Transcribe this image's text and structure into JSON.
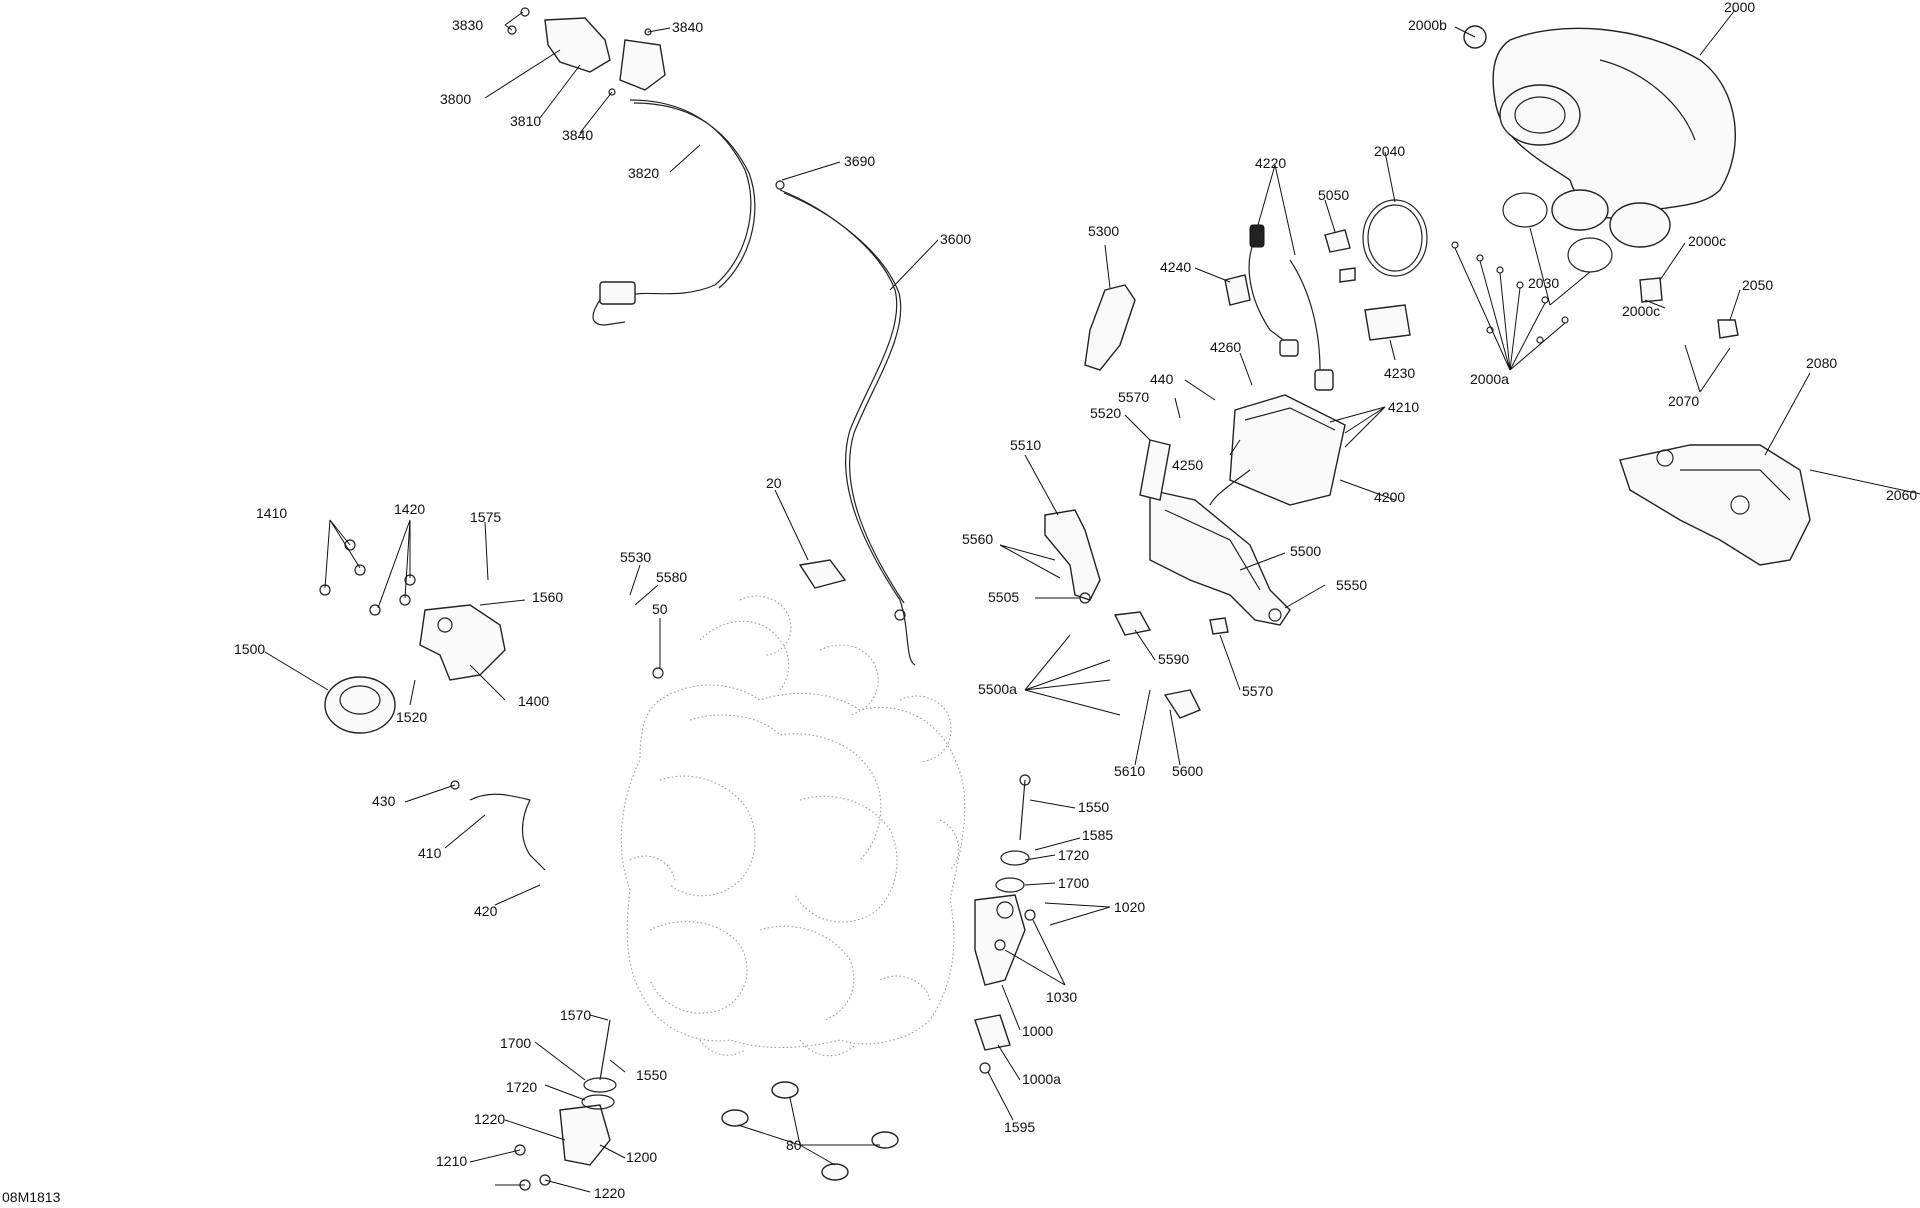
{
  "diagram": {
    "code": "08M1813",
    "labels": [
      "3830",
      "3840",
      "3800",
      "3810",
      "3840",
      "3820",
      "3690",
      "3600",
      "2000b",
      "2000",
      "2040",
      "4220",
      "5050",
      "5300",
      "4240",
      "2000c",
      "2030",
      "2050",
      "2000c",
      "4230",
      "2000a",
      "2080",
      "2070",
      "440",
      "4260",
      "5570",
      "5520",
      "4210",
      "4250",
      "4200",
      "2060",
      "5510",
      "5560",
      "5500",
      "5550",
      "20",
      "5505",
      "5590",
      "5570",
      "5500a",
      "5610",
      "5600",
      "1410",
      "1420",
      "1575",
      "1560",
      "5530",
      "5580",
      "50",
      "1500",
      "1400",
      "1520",
      "430",
      "410",
      "420",
      "1550",
      "1585",
      "1720",
      "1700",
      "1020",
      "1030",
      "1000",
      "1000a",
      "1595",
      "1570",
      "1700",
      "1550",
      "1720",
      "1220",
      "1200",
      "1210",
      "1220",
      "80"
    ]
  }
}
